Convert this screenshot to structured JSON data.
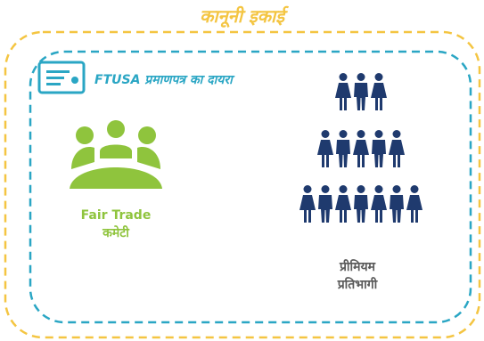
{
  "legal_entity": {
    "title": "कानूनी इकाई"
  },
  "certificate_scope": {
    "title": "FTUSA प्रमाणपत्र का दायरा",
    "icon": "certificate-icon"
  },
  "fair_trade_committee": {
    "line1": "Fair Trade",
    "line2": "कमेटी",
    "icon": "group-meeting-icon"
  },
  "premium_participants": {
    "line1": "प्रीमियम",
    "line2": "प्रतिभागी",
    "icon": "people-pyramid-icon"
  },
  "colors": {
    "outer_border": "#f4c542",
    "inner_border": "#2aa6c4",
    "committee": "#8fc43d",
    "people": "#1f3a6e"
  }
}
